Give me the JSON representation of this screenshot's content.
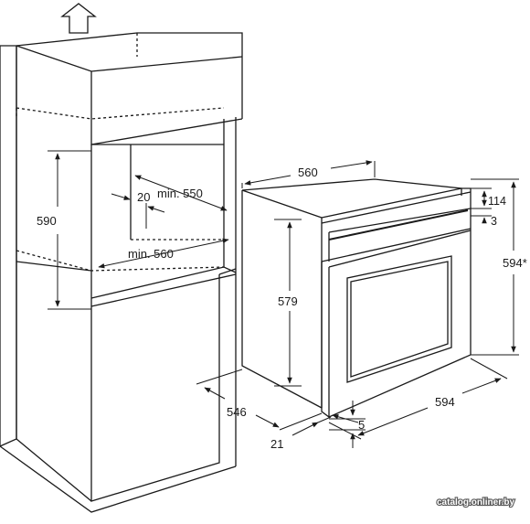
{
  "cabinet": {
    "dim_height": "590",
    "dim_depth_min": "min. 550",
    "dim_offset": "20",
    "dim_width_min": "min. 560"
  },
  "oven": {
    "dim_depth": "560",
    "dim_front_depth": "546",
    "dim_height": "579",
    "dim_panel_top": "114",
    "dim_panel_gap": "3",
    "dim_total_height": "594*",
    "dim_width": "594",
    "dim_bottom_gap": "5",
    "dim_door_thickness": "21"
  },
  "watermark": "catalog.onliner.by"
}
